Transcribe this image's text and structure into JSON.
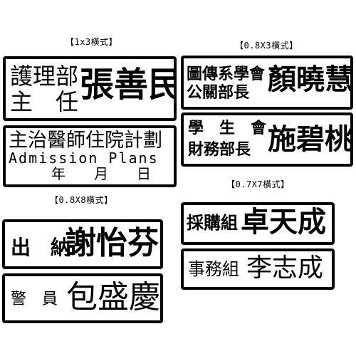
{
  "labels": {
    "l1": "【1x3橫式】",
    "l2": "【0.8X3橫式】",
    "l3": "【0.8X8橫式】",
    "l4": "【0.7X7橫式】"
  },
  "stamps": {
    "s1": {
      "title1": "護理部",
      "title2": "主　任",
      "name": "張善民"
    },
    "s2": {
      "line1": "主治醫師住院計劃",
      "line2": "Admission Plans",
      "line3": "年　　月　　日"
    },
    "s3": {
      "title1": "圖傳系學會",
      "title2": "公關部長",
      "name": "顏曉慧"
    },
    "s4": {
      "title1": "學　生　會",
      "title2": "財務部長",
      "name": "施碧桃"
    },
    "s5": {
      "title": "出　納",
      "name": "謝怡芬"
    },
    "s6": {
      "title": "警　員",
      "name": "包盛慶"
    },
    "s7": {
      "title": "採購組",
      "name": "卓天成"
    },
    "s8": {
      "title": "事務組",
      "name": "李志成"
    }
  }
}
